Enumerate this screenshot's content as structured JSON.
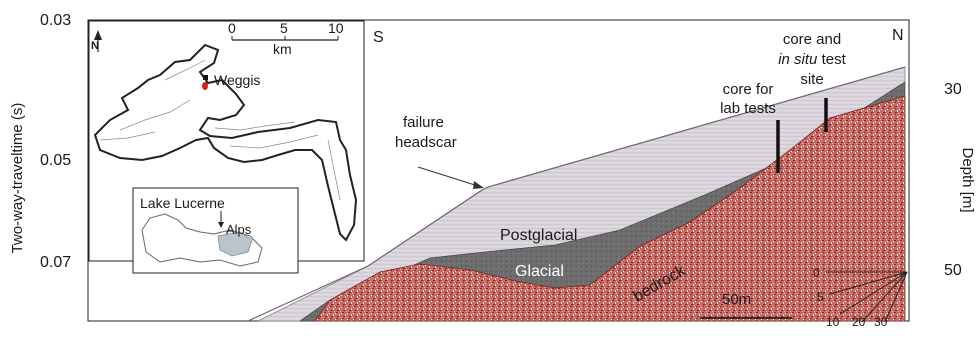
{
  "left_axis": {
    "label": "Two-way-traveltime (s)",
    "ticks": [
      "0.03",
      "0.05",
      "0.07"
    ]
  },
  "right_axis": {
    "label": "Depth [m]",
    "ticks": [
      "30",
      "50"
    ]
  },
  "orientation": {
    "south": "S",
    "north": "N"
  },
  "inset_map": {
    "north_symbol": "N",
    "scale_ticks": [
      "0",
      "5",
      "10"
    ],
    "scale_unit": "km",
    "site_label": "Weggis",
    "overview": {
      "lake_label": "Lake Lucerne",
      "region_label": "Alps"
    }
  },
  "annotations": {
    "headscar_line1": "failure",
    "headscar_line2": "headscar",
    "lab_core_line1": "core for",
    "lab_core_line2": "lab tests",
    "insitu_line1": "core and",
    "insitu_line2_italic": "in situ",
    "insitu_line2_rest": " test",
    "insitu_line3": "site"
  },
  "units": {
    "postglacial": "Postglacial",
    "glacial": "Glacial",
    "bedrock": "bedrock"
  },
  "slope_scale": {
    "ticks": [
      "0",
      "5",
      "10",
      "20",
      "30"
    ]
  },
  "scale_bar": {
    "label": "50m"
  },
  "colors": {
    "postglacial": "#d8d3db",
    "glacial": "#6b6b6b",
    "bedrock": "#b03434",
    "core_marker": "#111111"
  }
}
